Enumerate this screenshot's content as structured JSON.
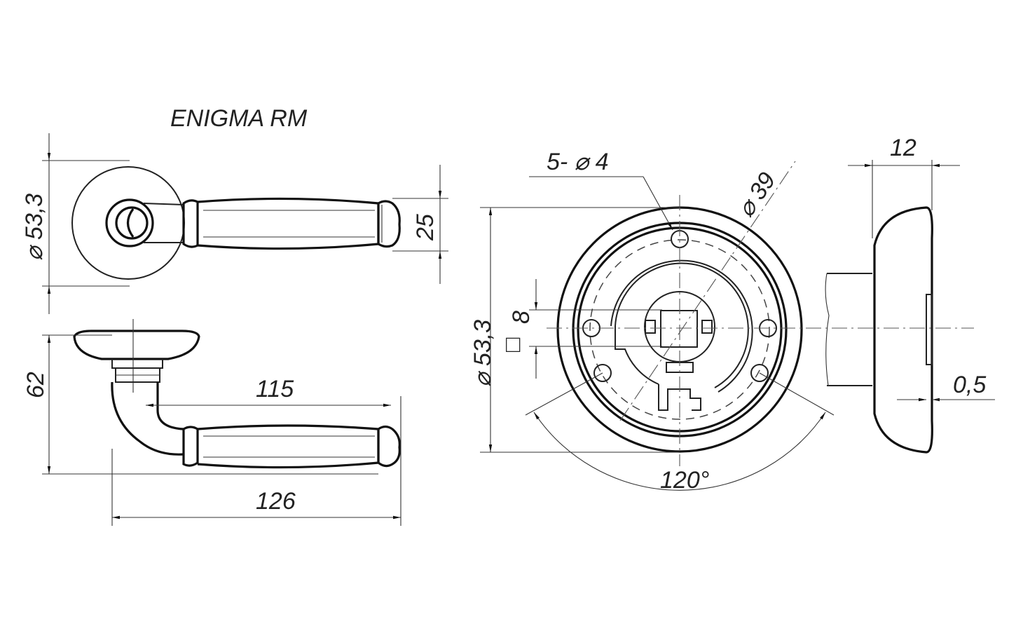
{
  "title": "ENIGMA RM",
  "dimensions": {
    "front_rosette_diameter": "⌀ 53,3",
    "lever_height": "25",
    "side_height": "62",
    "lever_reach": "115",
    "total_length": "126",
    "holes": "5- ⌀ 4",
    "hole_circle": "⌀ 39",
    "rear_rosette_diameter": "⌀ 53,3",
    "square_size": "8",
    "square_symbol": "□",
    "angle": "120°",
    "rosette_depth": "12",
    "gap": "0,5"
  }
}
